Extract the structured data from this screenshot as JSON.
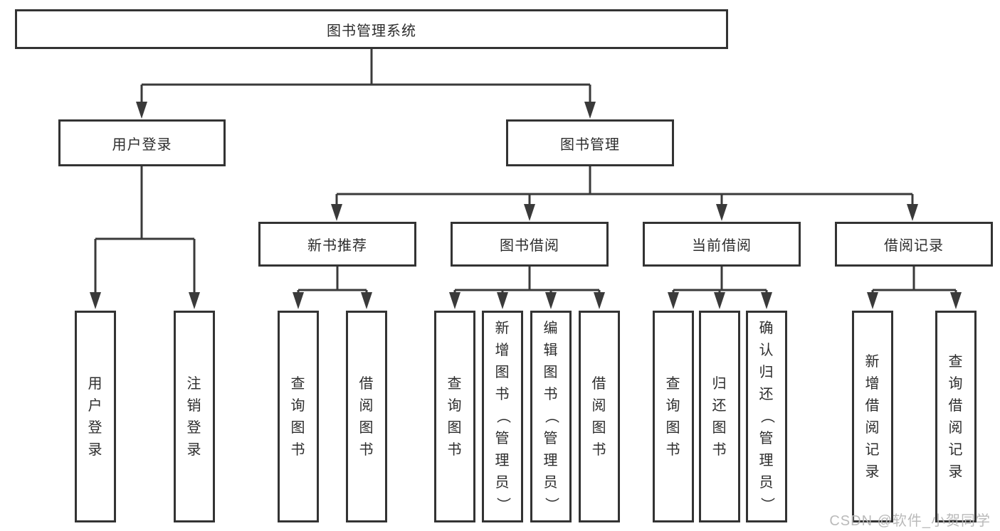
{
  "tree": {
    "root": {
      "label": "图书管理系统",
      "children": [
        {
          "label": "用户登录",
          "children": [
            {
              "label": "用户登录"
            },
            {
              "label": "注销登录"
            }
          ]
        },
        {
          "label": "图书管理",
          "children": [
            {
              "label": "新书推荐",
              "children": [
                {
                  "label": "查询图书"
                },
                {
                  "label": "借阅图书"
                }
              ]
            },
            {
              "label": "图书借阅",
              "children": [
                {
                  "label": "查询图书"
                },
                {
                  "label": "新增图书（管理员）"
                },
                {
                  "label": "编辑图书（管理员）"
                },
                {
                  "label": "借阅图书"
                }
              ]
            },
            {
              "label": "当前借阅",
              "children": [
                {
                  "label": "查询图书"
                },
                {
                  "label": "归还图书"
                },
                {
                  "label": "确认归还（管理员）"
                }
              ]
            },
            {
              "label": "借阅记录",
              "children": [
                {
                  "label": "新增借阅记录"
                },
                {
                  "label": "查询借阅记录"
                }
              ]
            }
          ]
        }
      ]
    }
  },
  "watermark": {
    "text": "CSDN @软件_小贺同学"
  },
  "colors": {
    "line": "#3a3a3a",
    "border": "#333333",
    "text": "#2d2d2d",
    "watermark": "#b6b6b6",
    "background": "#ffffff"
  }
}
